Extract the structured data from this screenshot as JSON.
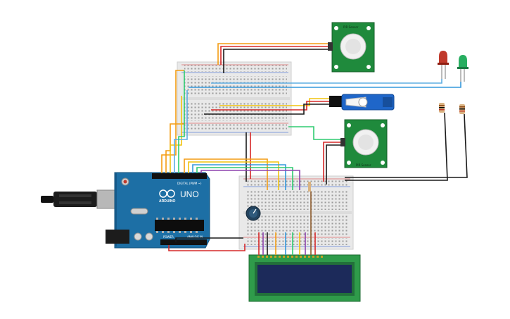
{
  "arduino": {
    "model": "UNO",
    "brand": "ARDUINO",
    "digital_label": "DIGITAL (PWM ~)",
    "analog_label": "ANALOG IN",
    "power_label": "POWER"
  },
  "pir_top": {
    "label": "PIR Sensor"
  },
  "pir_mid": {
    "label": "PIR Sensor"
  },
  "colors": {
    "board": "#1d6fa5",
    "breadboard": "#e9e9e9",
    "pir": "#1f8a3c",
    "lcd_frame": "#2f9b4a",
    "lcd_screen": "#1c2a5a",
    "servo": "#1f66c9",
    "wire_red": "#d62828",
    "wire_black": "#1a1a1a",
    "wire_orange": "#f39c12",
    "wire_yellow": "#f1c40f",
    "wire_green": "#2ecc71",
    "wire_blue": "#3498db",
    "wire_cyan": "#5dade2",
    "wire_purple": "#8e44ad",
    "wire_brown": "#8b5a2b",
    "led_red": "#c0392b",
    "led_green": "#27ae60"
  },
  "icons": [
    "usb-cable-icon",
    "potentiometer-icon",
    "servo-icon",
    "led-icon",
    "resistor-icon"
  ]
}
